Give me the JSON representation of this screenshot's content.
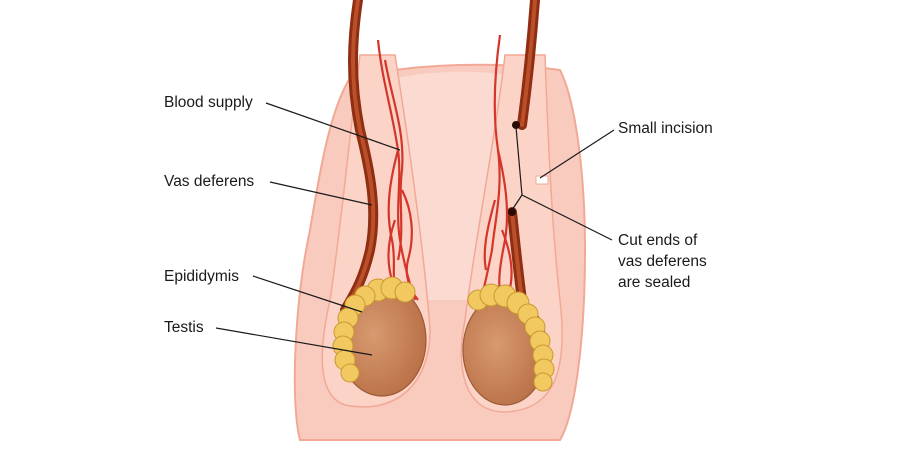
{
  "labels": {
    "blood_supply": "Blood supply",
    "vas_deferens": "Vas deferens",
    "epididymis": "Epididymis",
    "testis": "Testis",
    "small_incision": "Small incision",
    "cut_ends_line1": "Cut ends of",
    "cut_ends_line2": "vas deferens",
    "cut_ends_line3": "are sealed"
  },
  "colors": {
    "skin": "#f9c9bd",
    "skin_outline": "#f2a896",
    "inner_sac": "#fbd6cb",
    "vessel": "#a63a1a",
    "vessel_dark": "#7a2410",
    "artery": "#d4362b",
    "testis": "#c9855c",
    "epididymis": "#f2c860",
    "text": "#1a1a1a"
  }
}
